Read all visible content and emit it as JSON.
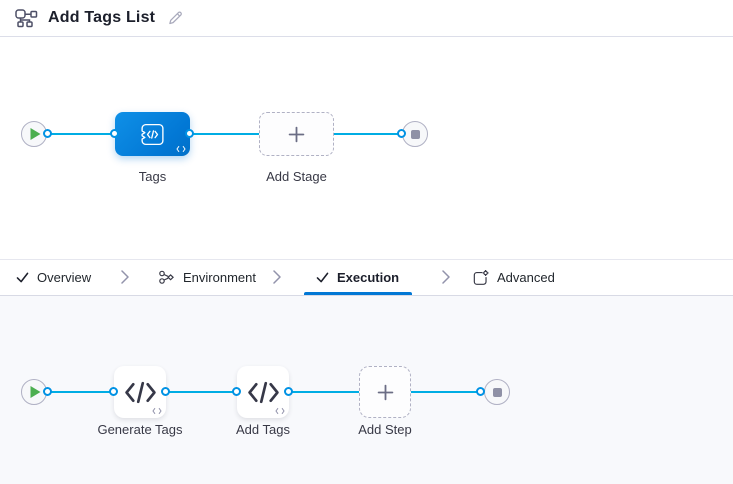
{
  "header": {
    "title": "Add Tags List"
  },
  "stage_pipeline": {
    "stage": {
      "label": "Tags"
    },
    "add_stage_label": "Add Stage"
  },
  "tabs": {
    "items": [
      {
        "label": "Overview"
      },
      {
        "label": "Environment"
      },
      {
        "label": "Execution"
      },
      {
        "label": "Advanced"
      }
    ],
    "active": "Execution"
  },
  "execution_pipeline": {
    "steps": [
      {
        "label": "Generate Tags"
      },
      {
        "label": "Add Tags"
      }
    ],
    "add_step_label": "Add Step"
  },
  "colors": {
    "accent": "#0278d5",
    "connector": "#00ade4",
    "port_ring": "#0092e4",
    "success_green": "#4caf50",
    "neutral_border": "#b0b1c4",
    "end_square": "#8f91a6",
    "label_text": "#383946"
  }
}
